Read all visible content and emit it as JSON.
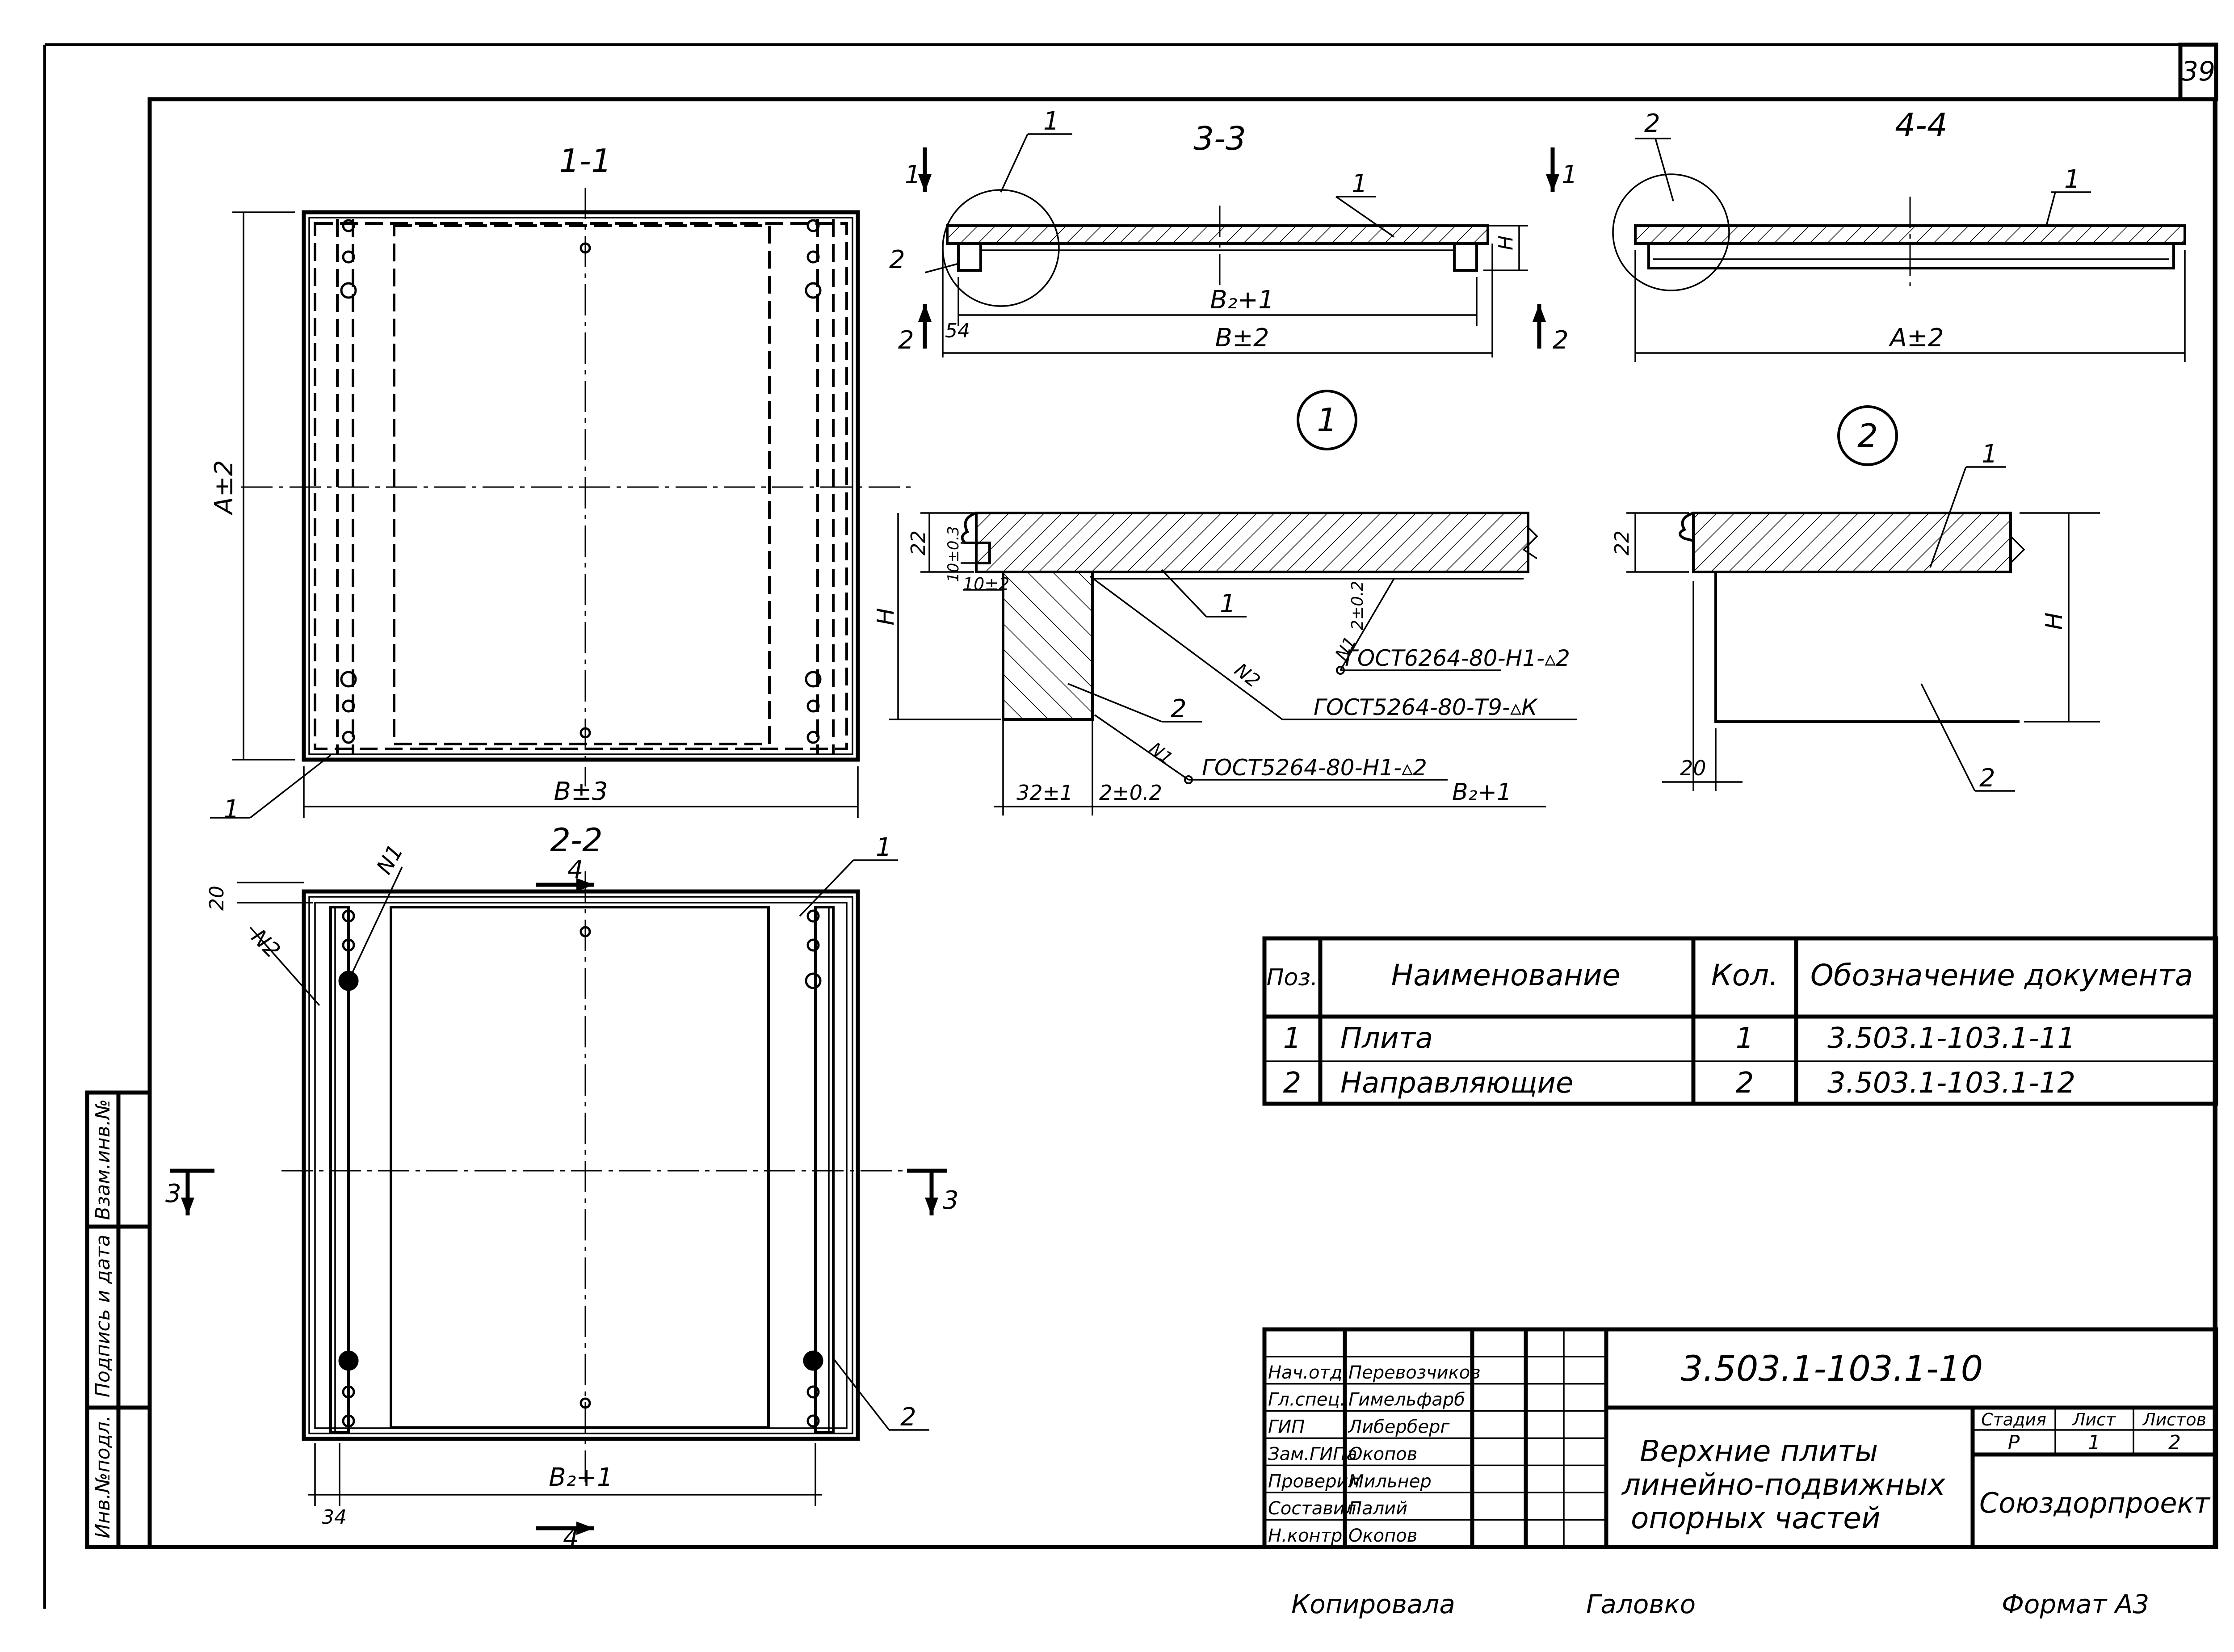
{
  "sheet": {
    "number": "39",
    "format": "Формат А3",
    "copied_by": "Копировала",
    "copier_name": "Галовко"
  },
  "views": {
    "v11": {
      "title": "1-1",
      "height_dim": "А±2",
      "width_dim": "В±3",
      "pos": "1"
    },
    "v22": {
      "title": "2-2",
      "dim20": "20",
      "dim34": "34",
      "width_dim": "В₂+1",
      "n1": "N1",
      "n2": "N2",
      "pos1": "1",
      "pos2": "2",
      "cut3": "3",
      "cut4": "4"
    },
    "v33": {
      "title": "3-3",
      "pos1a": "1",
      "pos1b": "1",
      "pos2": "2",
      "cut1": "1",
      "cut2": "2",
      "h": "H",
      "d54": "54",
      "b2": "В₂+1",
      "b": "В±2"
    },
    "v44": {
      "title": "4-4",
      "pos1": "1",
      "pos2": "2",
      "a": "А±2"
    },
    "d1": {
      "label": "1",
      "d22": "22",
      "d10": "10±0.3",
      "d10b": "10±2",
      "h": "H",
      "pos1": "1",
      "pos2": "2",
      "n1": "N1",
      "n2": "N2",
      "d2": "2±0.2",
      "gost_a": "ГОСТ6264-80-Н1-▵2",
      "gost_b": "ГОСТ5264-80-Т9-▵К",
      "gost_c": "ГОСТ5264-80-Н1-▵2",
      "d32": "32±1",
      "d2b": "2±0.2",
      "b2": "В₂+1"
    },
    "d2": {
      "label": "2",
      "d22": "22",
      "h": "H",
      "d20": "20",
      "pos1": "1",
      "pos2": "2"
    }
  },
  "spec": {
    "headers": [
      "Поз.",
      "Наименование",
      "Кол.",
      "Обозначение документа"
    ],
    "rows": [
      [
        "1",
        "Плита",
        "1",
        "3.503.1-103.1-11"
      ],
      [
        "2",
        "Направляющие",
        "2",
        "3.503.1-103.1-12"
      ]
    ]
  },
  "stamp": {
    "code": "3.503.1-103.1-10",
    "title_l1": "Верхние плиты",
    "title_l2": "линейно-подвижных",
    "title_l3": "опорных частей",
    "org": "Союздорпроект",
    "stage_h": "Стадия",
    "sheet_h": "Лист",
    "sheets_h": "Листов",
    "stage": "Р",
    "sheet": "1",
    "sheets": "2",
    "roles": [
      {
        "role": "Нач.отд.",
        "name": "Перевозчиков"
      },
      {
        "role": "Гл.спец.",
        "name": "Гимельфарб"
      },
      {
        "role": "ГИП",
        "name": "Либерберг"
      },
      {
        "role": "Зам.ГИПа",
        "name": "Окопов"
      },
      {
        "role": "Проверил",
        "name": "Мильнер"
      },
      {
        "role": "Составил",
        "name": "Палий"
      },
      {
        "role": "Н.контр.",
        "name": "Окопов"
      }
    ]
  },
  "side_stamp": {
    "inv": "Инв.№подл.",
    "sign": "Подпись и дата",
    "vzam": "Взам.инв.№"
  }
}
